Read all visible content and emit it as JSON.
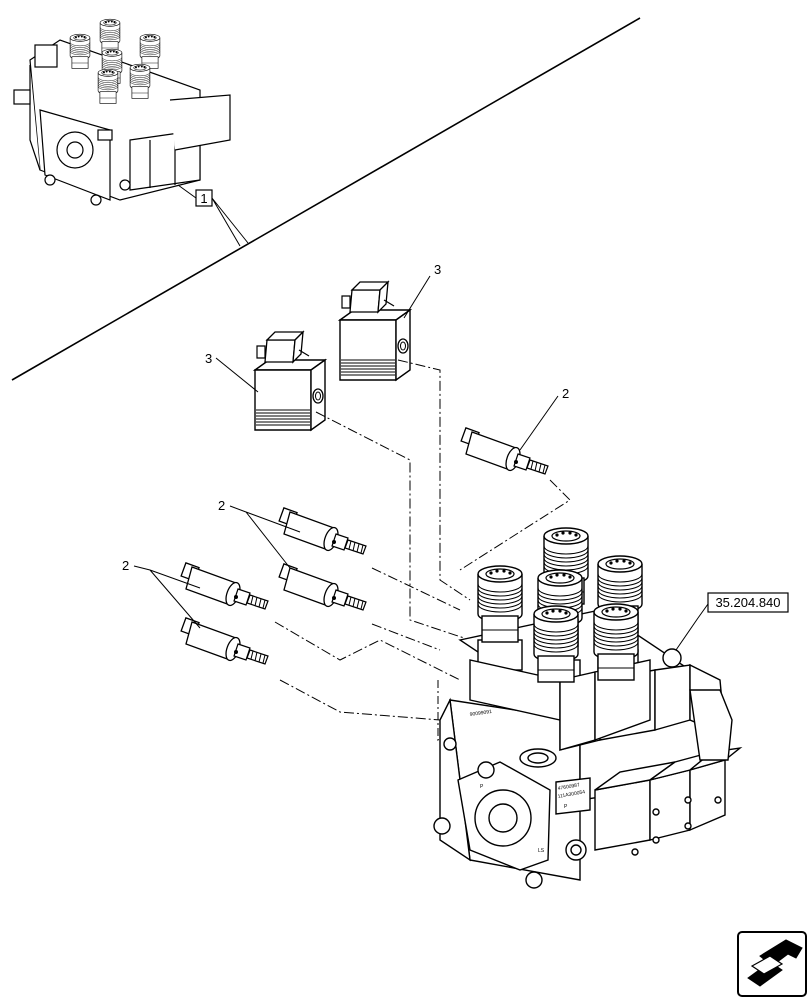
{
  "callouts": {
    "ref_boxed": "1",
    "solenoid_a": "3",
    "solenoid_b": "3",
    "cartridge_single": "2",
    "cartridge_pair_upper": "2",
    "cartridge_pair_lower": "2",
    "cross_reference": "35.204.840"
  },
  "stamps": {
    "block_code_top": "90099091",
    "block_code_1": "47600987",
    "block_code_2": "111A300054",
    "port_p": "P",
    "port_ls": "LS"
  },
  "icons": {
    "nav": "next-page-arrow-icon"
  },
  "colors": {
    "line": "#000000",
    "background": "#ffffff"
  }
}
